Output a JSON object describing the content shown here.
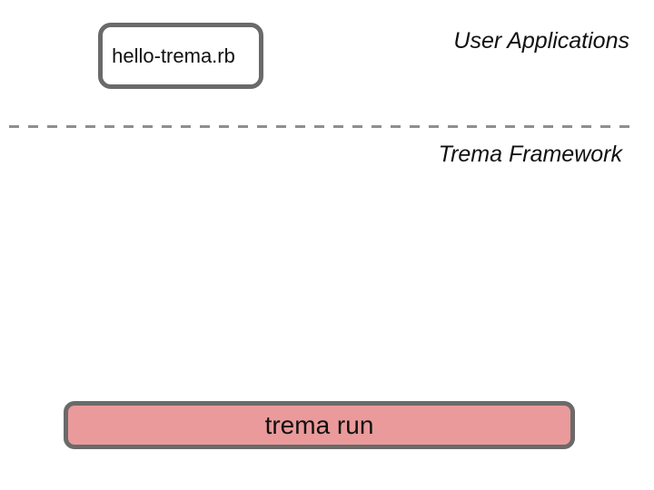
{
  "app_box": {
    "label": "hello-trema.rb"
  },
  "layers": {
    "user_applications_label": "User Applications",
    "trema_framework_label": "Trema Framework"
  },
  "runner_bar": {
    "label": "trema run"
  },
  "colors": {
    "background": "#ffffff",
    "box_border_gray": "#6a6a6a",
    "divider_dash_gray": "#8f8f8f",
    "runner_bar_pink": "#ea9a9a",
    "text_black": "#111111"
  }
}
